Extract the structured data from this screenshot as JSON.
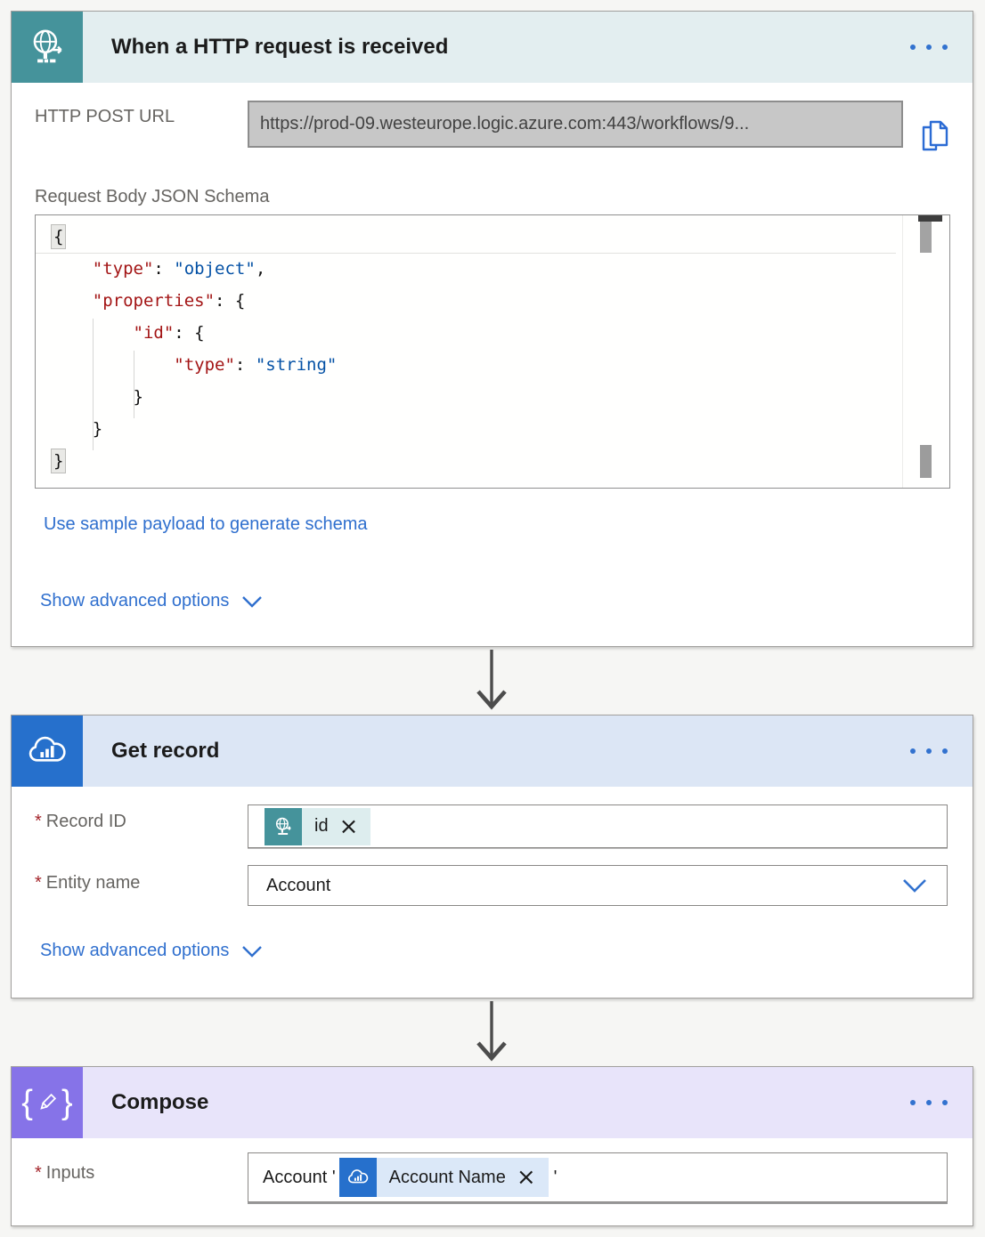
{
  "ui": {
    "close_glyph": "×",
    "required_marker": "*",
    "link_color": "#2f6fce",
    "arrow_color": "#4c4c4c"
  },
  "trigger": {
    "title": "When a HTTP request is received",
    "accent_color": "#45939b",
    "header_bg": "#e3eef0",
    "http_post_url_label": "HTTP POST URL",
    "http_post_url_value": "https://prod-09.westeurope.logic.azure.com:443/workflows/9...",
    "schema_label": "Request Body JSON Schema",
    "schema_lines": [
      [
        {
          "c": "hl",
          "v": "{"
        }
      ],
      [
        {
          "c": "plain",
          "v": "    "
        },
        {
          "c": "key",
          "v": "\"type\""
        },
        {
          "c": "plain",
          "v": ": "
        },
        {
          "c": "str",
          "v": "\"object\""
        },
        {
          "c": "plain",
          "v": ","
        }
      ],
      [
        {
          "c": "plain",
          "v": "    "
        },
        {
          "c": "key",
          "v": "\"properties\""
        },
        {
          "c": "plain",
          "v": ": {"
        }
      ],
      [
        {
          "c": "plain",
          "v": "        "
        },
        {
          "c": "key",
          "v": "\"id\""
        },
        {
          "c": "plain",
          "v": ": {"
        }
      ],
      [
        {
          "c": "plain",
          "v": "            "
        },
        {
          "c": "key",
          "v": "\"type\""
        },
        {
          "c": "plain",
          "v": ": "
        },
        {
          "c": "str",
          "v": "\"string\""
        }
      ],
      [
        {
          "c": "plain",
          "v": "        }"
        }
      ],
      [
        {
          "c": "plain",
          "v": "    }"
        }
      ],
      [
        {
          "c": "hl",
          "v": "}"
        }
      ]
    ],
    "sample_link": "Use sample payload to generate schema",
    "advanced_link": "Show advanced options"
  },
  "get_record": {
    "title": "Get record",
    "accent_color": "#2670cc",
    "header_bg": "#dce6f5",
    "record_id_label": "Record ID",
    "record_id_token": "id",
    "entity_label": "Entity name",
    "entity_value": "Account",
    "advanced_link": "Show advanced options"
  },
  "compose": {
    "title": "Compose",
    "accent_color": "#8673e8",
    "header_bg": "#e8e4fa",
    "inputs_label": "Inputs",
    "inputs_text_before": "Account '",
    "inputs_token": "Account Name",
    "inputs_text_after": "'"
  }
}
